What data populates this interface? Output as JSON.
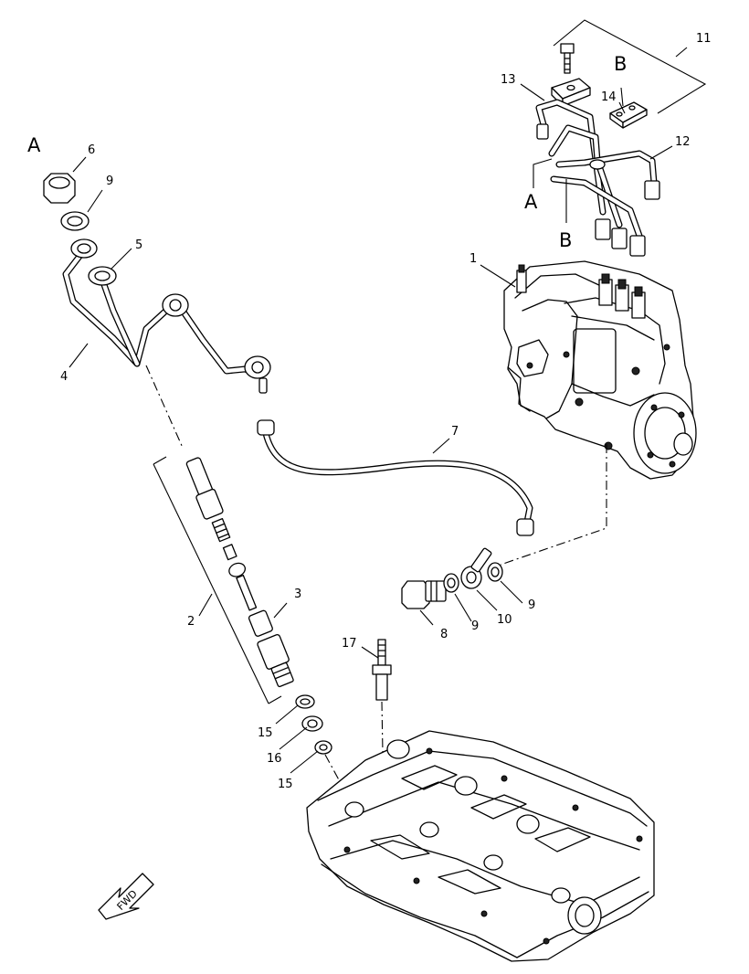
{
  "callouts": {
    "p1": "1",
    "p2": "2",
    "p3": "3",
    "p4": "4",
    "p5": "5",
    "p6": "6",
    "p7": "7",
    "p8": "8",
    "p9a": "9",
    "p9b": "9",
    "p9c": "9",
    "p10": "10",
    "p11": "11",
    "p12": "12",
    "p13": "13",
    "p14": "14",
    "p15a": "15",
    "p15b": "15",
    "p16": "16",
    "p17": "17"
  },
  "references": {
    "a_left": "A",
    "a_right": "A",
    "b_top": "B",
    "b_bottom": "B"
  },
  "direction_label": "FWD"
}
